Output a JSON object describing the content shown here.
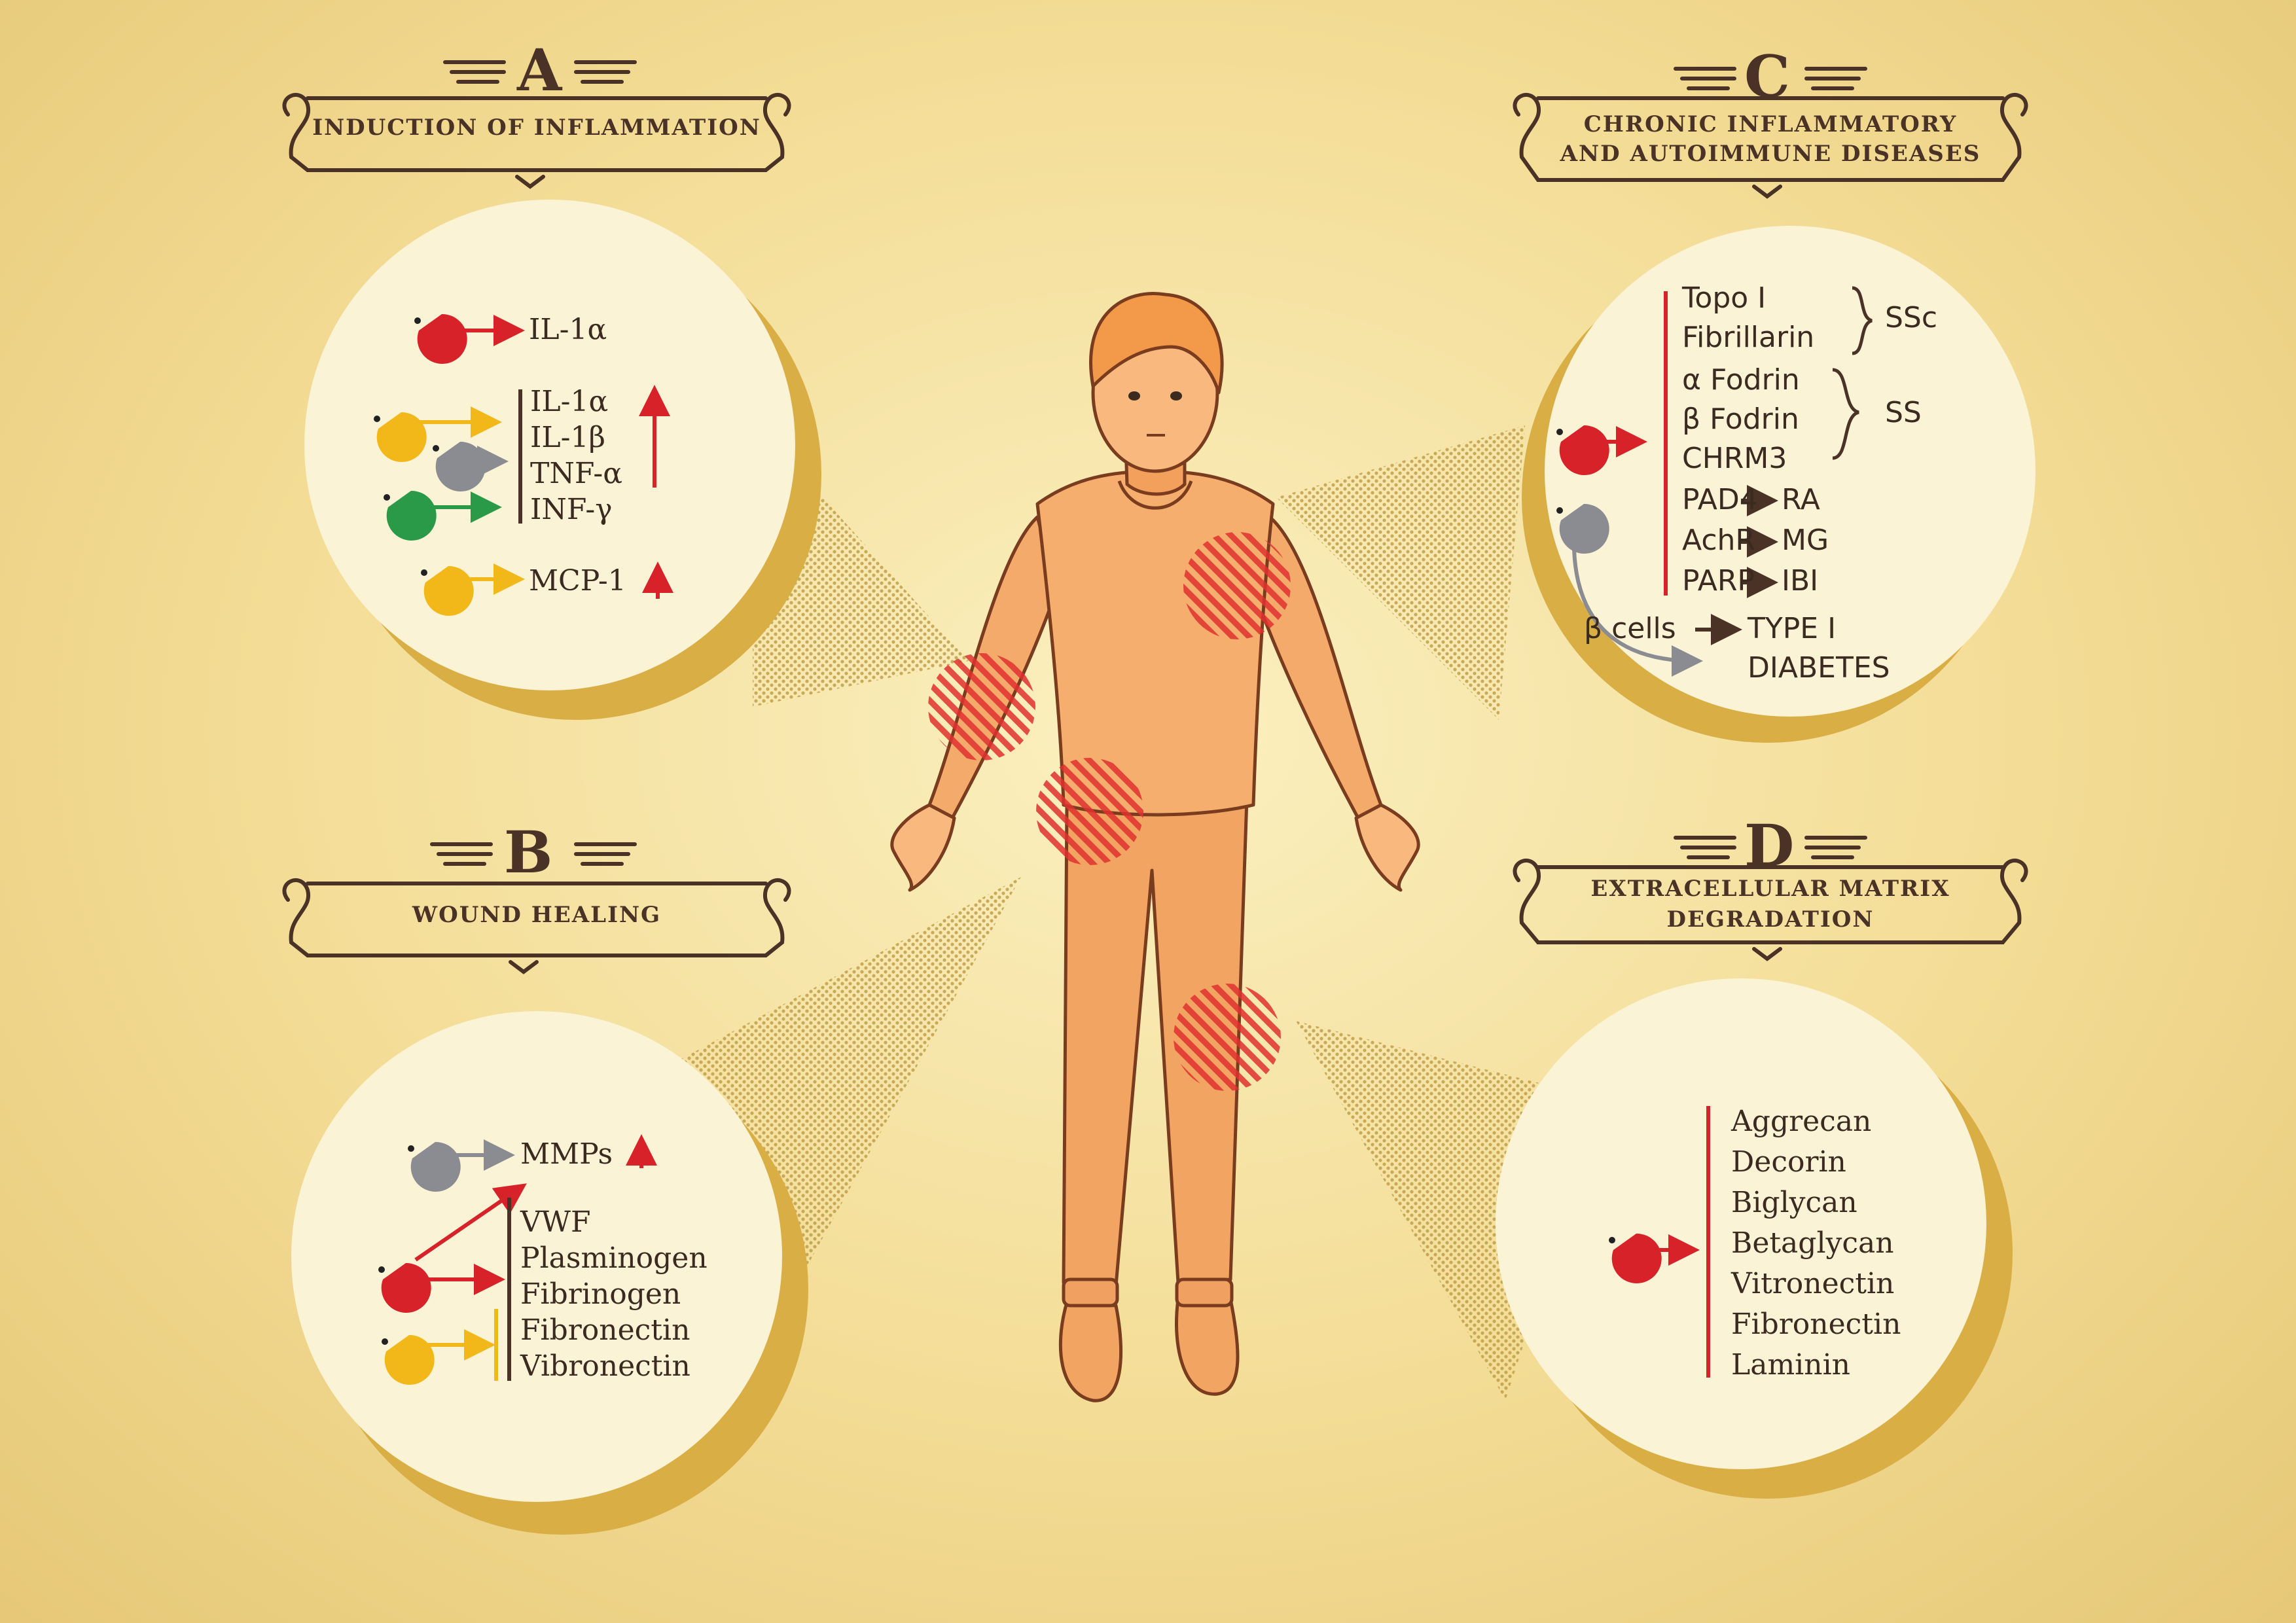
{
  "panels": {
    "a": {
      "letter": "A",
      "title": "INDUCTION OF INFLAMMATION"
    },
    "b": {
      "letter": "B",
      "title": "WOUND HEALING"
    },
    "c": {
      "letter": "C",
      "title_line1": "CHRONIC INFLAMMATORY",
      "title_line2": "AND AUTOIMMUNE DISEASES"
    },
    "d": {
      "letter": "D",
      "title_line1": "EXTRACELLULAR MATRIX",
      "title_line2": "DEGRADATION"
    }
  },
  "circle_a": {
    "top_item": "IL-1α",
    "group_items": [
      "IL-1α",
      "IL-1β",
      "TNF-α",
      "INF-γ"
    ],
    "bottom_item": "MCP-1"
  },
  "circle_b": {
    "top_item": "MMPs",
    "items": [
      "VWF",
      "Plasminogen",
      "Fibrinogen",
      "Fibronectin",
      "Vibronectin"
    ]
  },
  "circle_c": {
    "ssc_items": [
      "Topo I",
      "Fibrillarin"
    ],
    "ssc_label": "SSc",
    "ss_items": [
      "α Fodrin",
      "β Fodrin",
      "CHRM3"
    ],
    "ss_label": "SS",
    "pairs": [
      {
        "from": "PAD4",
        "to": "RA"
      },
      {
        "from": "AchR",
        "to": "MG"
      },
      {
        "from": "PARP",
        "to": "IBI"
      }
    ],
    "beta_from": "β cells",
    "beta_to_line1": "TYPE I",
    "beta_to_line2": "DIABETES"
  },
  "circle_d": {
    "items": [
      "Aggrecan",
      "Decorin",
      "Biglycan",
      "Betaglycan",
      "Vitronectin",
      "Fibronectin",
      "Laminin"
    ]
  },
  "colors": {
    "red": "#d8222a",
    "yellow": "#f2b81a",
    "gray": "#8a8c92",
    "green": "#2a9a48",
    "brown": "#4a3226",
    "circle": "#fbf3d6",
    "skin": "#f3a765"
  }
}
